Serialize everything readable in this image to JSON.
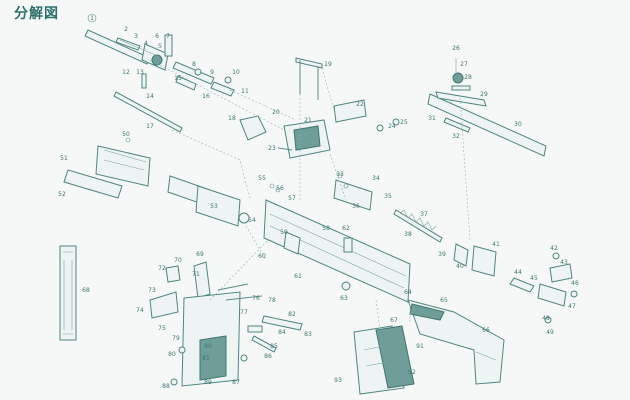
{
  "title": "分解図",
  "part_numbers": [
    "1",
    "2",
    "3",
    "4",
    "5",
    "6",
    "7",
    "8",
    "9",
    "10",
    "11",
    "12",
    "13",
    "14",
    "15",
    "16",
    "17",
    "18",
    "19",
    "20",
    "21",
    "22",
    "23",
    "24",
    "25",
    "26",
    "27",
    "28",
    "29",
    "30",
    "31",
    "32",
    "33",
    "34",
    "35",
    "36",
    "37",
    "38",
    "39",
    "40",
    "41",
    "42",
    "43",
    "44",
    "45",
    "46",
    "47",
    "48",
    "49",
    "50",
    "51",
    "52",
    "53",
    "54",
    "55",
    "56",
    "57",
    "58",
    "59",
    "60",
    "61",
    "62",
    "63",
    "64",
    "65",
    "66",
    "67",
    "68",
    "69",
    "70",
    "71",
    "72",
    "73",
    "74",
    "75",
    "76",
    "77",
    "78",
    "79",
    "80",
    "81",
    "82",
    "83",
    "84",
    "85",
    "86",
    "87",
    "88",
    "89",
    "90",
    "91",
    "92",
    "93"
  ]
}
